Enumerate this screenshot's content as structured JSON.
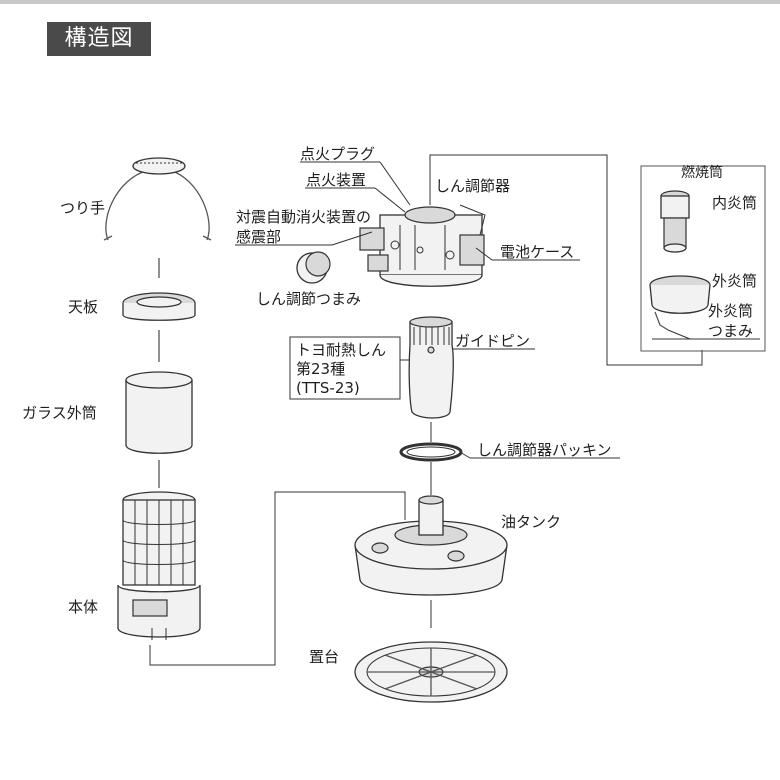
{
  "title": "構造図",
  "labels": {
    "handle": "つり手",
    "top_plate": "天板",
    "glass": "ガラス外筒",
    "body": "本体",
    "ignition_plug": "点火プラグ",
    "igniter": "点火装置",
    "seismic_1": "対震自動消火装置の",
    "seismic_2": "感震部",
    "wick_knob": "しん調節つまみ",
    "wick_adjuster": "しん調節器",
    "battery_case": "電池ケース",
    "wick_1": "トヨ耐熱しん",
    "wick_2": "第23種",
    "wick_3": "(TTS-23)",
    "guide_pin": "ガイドピン",
    "packing": "しん調節器パッキン",
    "tank": "油タンク",
    "stand": "置台",
    "burner": "燃焼筒",
    "inner_flame": "内炎筒",
    "outer_flame": "外炎筒",
    "outer_knob_1": "外炎筒",
    "outer_knob_2": "つまみ"
  },
  "colors": {
    "title_bg": "#4a4a4a",
    "title_text": "#ffffff",
    "line": "#333333",
    "part_fill": "#f2f2f2"
  }
}
